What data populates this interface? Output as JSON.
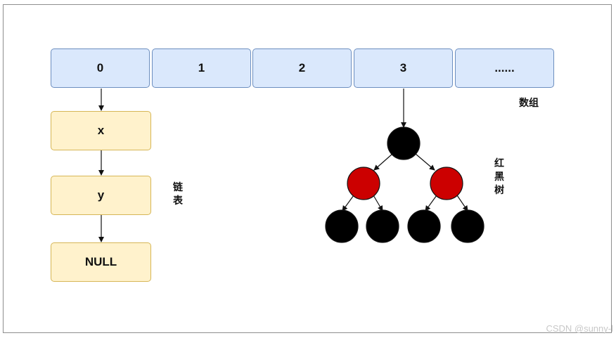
{
  "array": {
    "cells": [
      "0",
      "1",
      "2",
      "3",
      "......"
    ],
    "label": "数组"
  },
  "linked_list": {
    "nodes": [
      "x",
      "y",
      "NULL"
    ],
    "label_chars": [
      "链",
      "表"
    ]
  },
  "rb_tree": {
    "label_chars": [
      "红",
      "黑",
      "树"
    ],
    "colors": {
      "black": "#000000",
      "red": "#cc0000"
    },
    "root": "black",
    "level1": [
      "red",
      "red"
    ],
    "level2": [
      "black",
      "black",
      "black",
      "black"
    ]
  },
  "colors": {
    "array_fill": "#dae8fc",
    "array_stroke": "#6c8ebf",
    "list_fill": "#fff2cc",
    "list_stroke": "#d6b656"
  },
  "watermark": "CSDN @sunny-l"
}
